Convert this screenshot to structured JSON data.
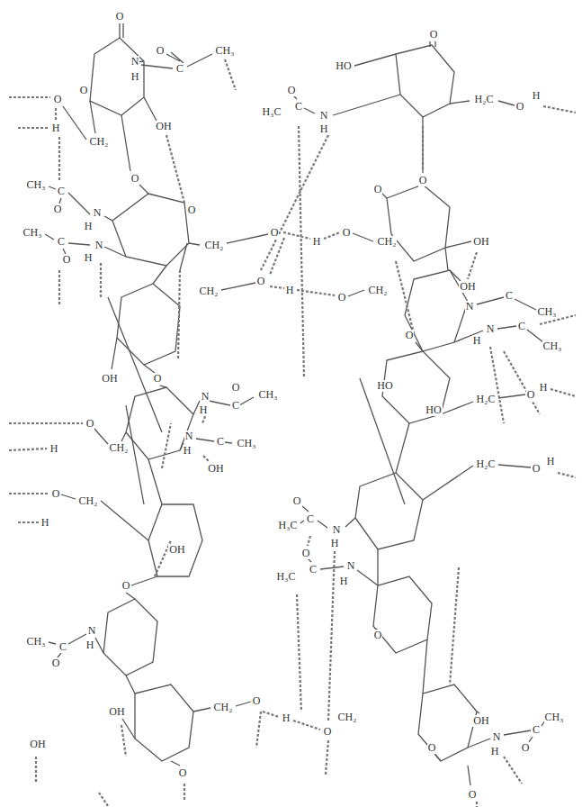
{
  "diagram": {
    "labels": [
      "O",
      "N",
      "H",
      "O",
      "C",
      "CH₃",
      "O",
      "O",
      "H",
      "CH₂",
      "OH",
      "O",
      "O",
      "CH₃",
      "C",
      "O",
      "N",
      "H",
      "CH₃",
      "C",
      "O",
      "N",
      "H",
      "CH₂",
      "O",
      "H",
      "O",
      "CH₂",
      "CH₂",
      "O",
      "H",
      "O",
      "CH₂",
      "OH",
      "O",
      "CH₃",
      "O",
      "C",
      "N",
      "H",
      "CH₃",
      "N",
      "H",
      "C",
      "OH",
      "O",
      "H",
      "CH₂",
      "O",
      "H",
      "CH₂",
      "OH",
      "O",
      "CH₃",
      "C",
      "O",
      "N",
      "H",
      "OH",
      "O",
      "CH₂",
      "O",
      "H",
      "O",
      "CH₂",
      "OH",
      "O",
      "HO",
      "H₂C",
      "O",
      "H",
      "O",
      "H₃C",
      "C",
      "O",
      "N",
      "H",
      "O",
      "OH",
      "OH",
      "N",
      "C",
      "CH₃",
      "N",
      "H",
      "C",
      "CH₃",
      "HO",
      "HO",
      "O",
      "H₂C",
      "O",
      "H",
      "H₂C",
      "O",
      "H",
      "H₃C",
      "C",
      "O",
      "N",
      "H",
      "H₃C",
      "C",
      "O",
      "N",
      "H",
      "O",
      "OH",
      "O",
      "N",
      "H",
      "C",
      "O",
      "CH₃",
      "O"
    ]
  }
}
